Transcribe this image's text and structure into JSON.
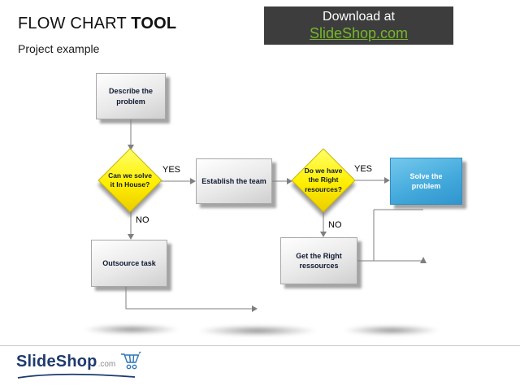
{
  "slide": {
    "title_regular": "FLOW CHART ",
    "title_bold": "TOOL",
    "subtitle": "Project example"
  },
  "download": {
    "line1": "Download at",
    "link": "SlideShop.com"
  },
  "colors": {
    "download_bg": "#3d3d3d",
    "link_green": "#76b82a",
    "diamond_yellow": "#ffee00",
    "accent_blue": "#45abdd",
    "connector_gray": "#7f7f7f"
  },
  "flowchart": {
    "nodes": {
      "describe": "Describe the problem",
      "solve_in_house": "Can we solve it In House?",
      "establish": "Establish the team",
      "have_resources": "Do we have the Right resources?",
      "solve": "Solve the problem",
      "outsource": "Outsource task",
      "get_resources": "Get the Right ressources"
    },
    "edge_labels": {
      "yes1": "YES",
      "yes2": "YES",
      "no1": "NO",
      "no2": "NO"
    }
  },
  "footer": {
    "logo_text": "SlideShop",
    "logo_suffix": ".com"
  }
}
